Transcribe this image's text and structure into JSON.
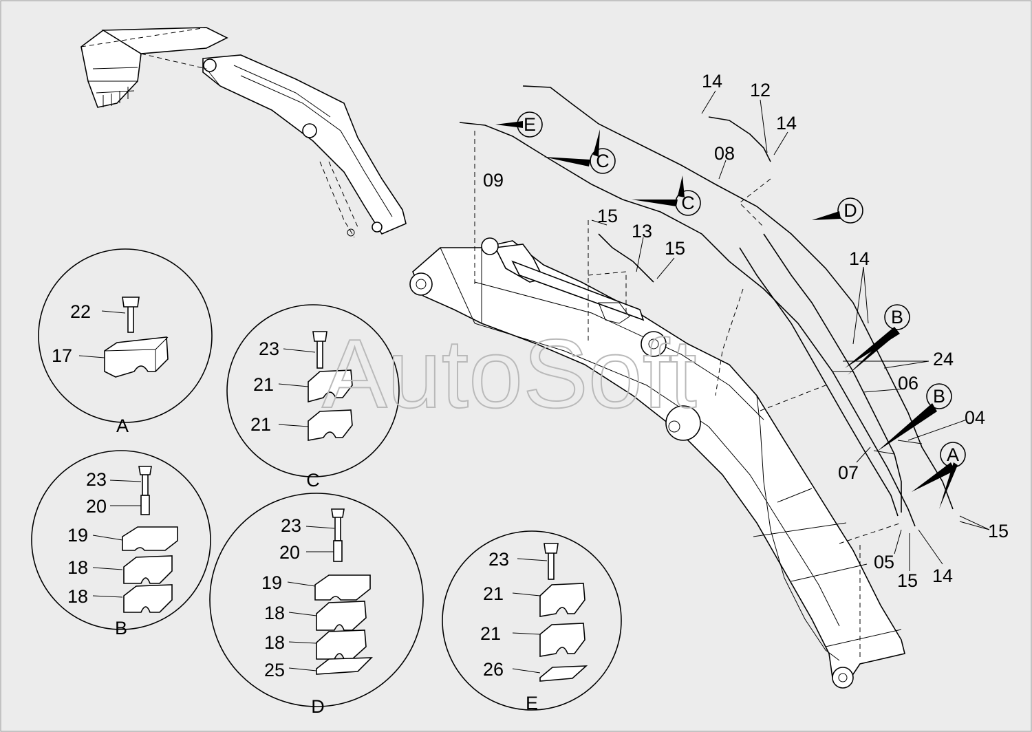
{
  "watermark": "AutoSoft",
  "leaders": {
    "p14a": "14",
    "p12": "12",
    "p14b": "14",
    "p08": "08",
    "p09": "09",
    "p15a": "15",
    "p13": "13",
    "p15b": "15",
    "p14c": "14",
    "p24": "24",
    "p06": "06",
    "p04": "04",
    "p07": "07",
    "p15c": "15",
    "p05": "05",
    "p15d": "15",
    "p14d": "14"
  },
  "tags": {
    "E": "E",
    "C": "C",
    "D": "D",
    "B": "B",
    "A": "A"
  },
  "details": {
    "A": {
      "letter": "A",
      "labels": [
        "22",
        "17"
      ]
    },
    "B": {
      "letter": "B",
      "labels": [
        "23",
        "20",
        "19",
        "18",
        "18"
      ]
    },
    "C": {
      "letter": "C",
      "labels": [
        "23",
        "21",
        "21"
      ]
    },
    "D": {
      "letter": "D",
      "labels": [
        "23",
        "20",
        "19",
        "18",
        "18",
        "25"
      ]
    },
    "E": {
      "letter": "E",
      "labels": [
        "23",
        "21",
        "21",
        "26"
      ]
    }
  }
}
